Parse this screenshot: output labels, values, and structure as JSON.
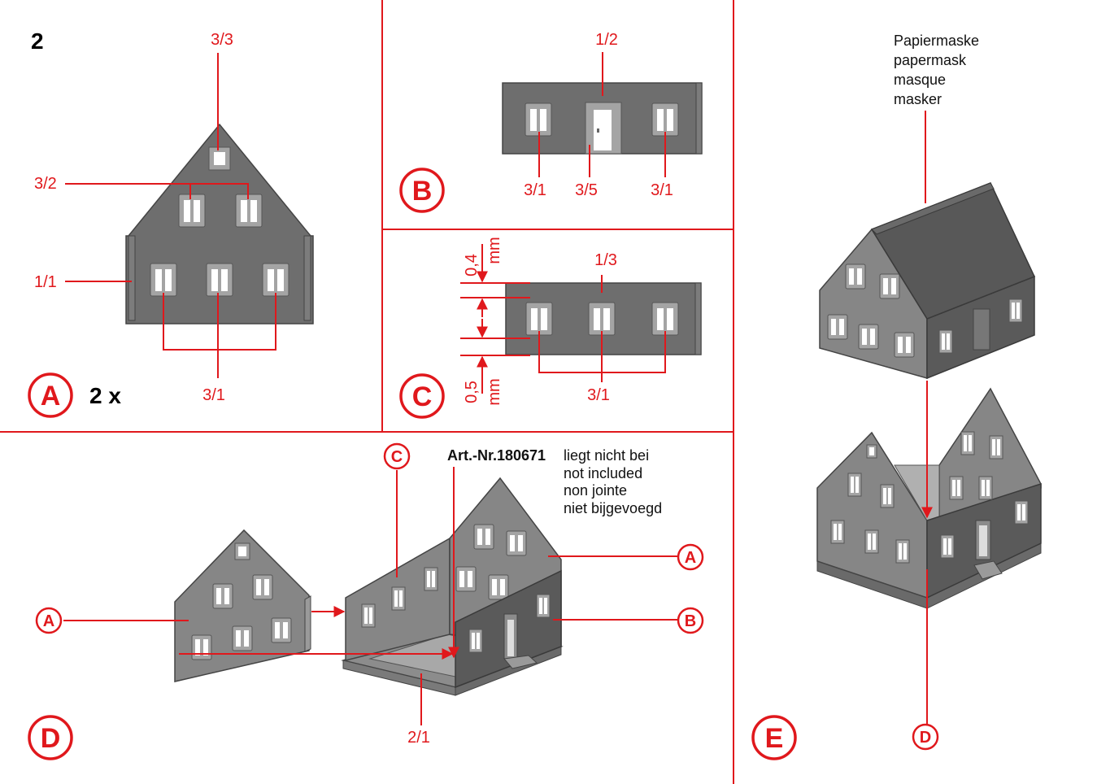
{
  "page_number": "2",
  "panels": {
    "A": {
      "letter": "A",
      "quantity": "2 x",
      "labels": {
        "top_window": "3/3",
        "upper_windows": "3/2",
        "side_edge": "1/1",
        "lower_windows": "3/1"
      }
    },
    "B": {
      "letter": "B",
      "labels": {
        "wall": "1/2",
        "left_window": "3/1",
        "door": "3/5",
        "right_window": "3/1"
      }
    },
    "C": {
      "letter": "C",
      "labels": {
        "wall": "1/3",
        "windows": "3/1"
      },
      "dimensions": {
        "top_value": "0,4",
        "top_unit": "mm",
        "bottom_value": "0,5",
        "bottom_unit": "mm"
      }
    },
    "D": {
      "letter": "D",
      "labels": {
        "base": "2/1",
        "article": "Art.-Nr.180671"
      },
      "note_lines": [
        "liegt nicht bei",
        "not included",
        "non jointe",
        "niet bijgevoegd"
      ],
      "refs": {
        "c": "C",
        "a_left": "A",
        "a_right": "A",
        "b_right": "B"
      }
    },
    "E": {
      "letter": "E",
      "mask_lines": [
        "Papiermaske",
        "papermask",
        "masque",
        "masker"
      ],
      "ref": "D"
    }
  },
  "colors": {
    "accent": "#e0181c",
    "wall": "#6e6e6e",
    "roof": "#585858"
  }
}
